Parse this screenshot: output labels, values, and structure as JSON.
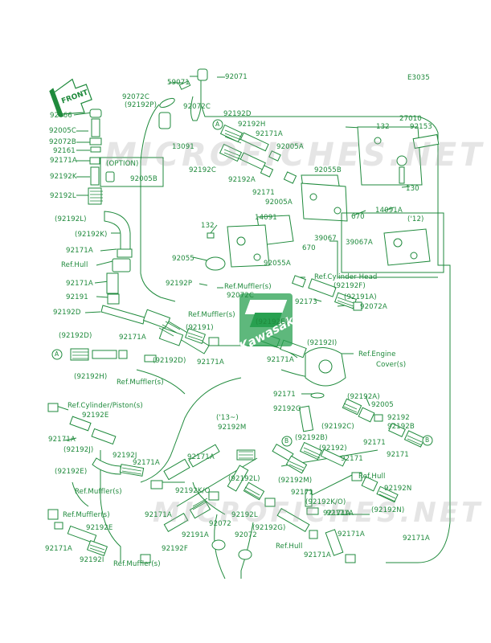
{
  "diagram": {
    "code": "E3035",
    "front_label": "FRONT",
    "watermark": "MICROFICHES.NET",
    "logo_text": "Kawasaki",
    "labels": [
      {
        "id": "l92071",
        "text": "92071"
      },
      {
        "id": "l59071",
        "text": "59071"
      },
      {
        "id": "l92072C_a",
        "text": "92072C"
      },
      {
        "id": "l92192P_a",
        "text": "(92192P)"
      },
      {
        "id": "l92072C_b",
        "text": "92072C"
      },
      {
        "id": "l92066",
        "text": "92066"
      },
      {
        "id": "l92005C",
        "text": "92005C"
      },
      {
        "id": "l92072B",
        "text": "92072B"
      },
      {
        "id": "l92161",
        "text": "92161"
      },
      {
        "id": "l92171A_1",
        "text": "92171A"
      },
      {
        "id": "l92192K",
        "text": "92192K"
      },
      {
        "id": "l92192L",
        "text": "92192L"
      },
      {
        "id": "l13091",
        "text": "13091"
      },
      {
        "id": "lOPTION",
        "text": "(OPTION)"
      },
      {
        "id": "l92005B",
        "text": "92005B"
      },
      {
        "id": "l92192D_a",
        "text": "92192D"
      },
      {
        "id": "l92192H_a",
        "text": "92192H"
      },
      {
        "id": "l92171A_2",
        "text": "92171A"
      },
      {
        "id": "l92005A_a",
        "text": "92005A"
      },
      {
        "id": "l92192C_a",
        "text": "92192C"
      },
      {
        "id": "l92192A_a",
        "text": "92192A"
      },
      {
        "id": "l92171_a",
        "text": "92171"
      },
      {
        "id": "l92005A_b",
        "text": "92005A"
      },
      {
        "id": "l92055B",
        "text": "92055B"
      },
      {
        "id": "l132_a",
        "text": "132"
      },
      {
        "id": "l27010",
        "text": "27010"
      },
      {
        "id": "l92153",
        "text": "92153"
      },
      {
        "id": "l130",
        "text": "130"
      },
      {
        "id": "l14091A",
        "text": "14091A"
      },
      {
        "id": "l670_a",
        "text": "670"
      },
      {
        "id": "l12",
        "text": "('12)"
      },
      {
        "id": "l39067A",
        "text": "39067A"
      },
      {
        "id": "l132_b",
        "text": "132"
      },
      {
        "id": "l14091",
        "text": "14091"
      },
      {
        "id": "l39067",
        "text": "39067"
      },
      {
        "id": "l670_b",
        "text": "670"
      },
      {
        "id": "l92055",
        "text": "92055"
      },
      {
        "id": "l92055A",
        "text": "92055A"
      },
      {
        "id": "l92192L_b",
        "text": "(92192L)"
      },
      {
        "id": "l92192K_b",
        "text": "(92192K)"
      },
      {
        "id": "l92171A_3",
        "text": "92171A"
      },
      {
        "id": "lRefHull_a",
        "text": "Ref.Hull"
      },
      {
        "id": "l92171A_4",
        "text": "92171A"
      },
      {
        "id": "l92191",
        "text": "92191"
      },
      {
        "id": "l92192D_b",
        "text": "92192D"
      },
      {
        "id": "l92192P_b",
        "text": "92192P"
      },
      {
        "id": "lRefMuffler_a",
        "text": "Ref.Muffler(s)"
      },
      {
        "id": "l92072C_c",
        "text": "92072C"
      },
      {
        "id": "lRefCylHead",
        "text": "Ref.Cylinder Head"
      },
      {
        "id": "l92192F_a",
        "text": "(92192F)"
      },
      {
        "id": "l92173",
        "text": "92173"
      },
      {
        "id": "l92191A_a",
        "text": "(92191A)"
      },
      {
        "id": "l92072A",
        "text": "92072A"
      },
      {
        "id": "lRefMuffler_b",
        "text": "Ref.Muffler(s)"
      },
      {
        "id": "l92191_b",
        "text": "(92191)"
      },
      {
        "id": "l92192E_a",
        "text": "(92192E)"
      },
      {
        "id": "l92192D_c",
        "text": "(92192D)"
      },
      {
        "id": "l92171A_5",
        "text": "92171A"
      },
      {
        "id": "l92192D_d",
        "text": "(92192D)"
      },
      {
        "id": "l92192H_b",
        "text": "(92192H)"
      },
      {
        "id": "lRefMuffler_c",
        "text": "Ref.Muffler(s)"
      },
      {
        "id": "l92171A_6",
        "text": "92171A"
      },
      {
        "id": "l92192I_a",
        "text": "(92192I)"
      },
      {
        "id": "l92171A_7",
        "text": "92171A"
      },
      {
        "id": "lRefEngineCover",
        "text": "Ref.Engine"
      },
      {
        "id": "lRefEngineCover2",
        "text": "Cover(s)"
      },
      {
        "id": "l92171_b",
        "text": "92171"
      },
      {
        "id": "l92192G_a",
        "text": "92192G"
      },
      {
        "id": "l92192A_b",
        "text": "(92192A)"
      },
      {
        "id": "l92005",
        "text": "92005"
      },
      {
        "id": "lRefCylPiston",
        "text": "Ref.Cylinder/Piston(s)"
      },
      {
        "id": "l92192E_b",
        "text": "92192E"
      },
      {
        "id": "l92171A_8",
        "text": "92171A"
      },
      {
        "id": "l92192J_a",
        "text": "(92192J)"
      },
      {
        "id": "l92192J_b",
        "text": "92192J"
      },
      {
        "id": "l92192E_c",
        "text": "(92192E)"
      },
      {
        "id": "l92171A_9",
        "text": "92171A"
      },
      {
        "id": "l13",
        "text": "('13~)"
      },
      {
        "id": "l92192M_a",
        "text": "92192M"
      },
      {
        "id": "l92171A_10",
        "text": "92171A"
      },
      {
        "id": "lRefMuffler_d",
        "text": "Ref.Muffler(s)"
      },
      {
        "id": "l92192KO_a",
        "text": "92192K/O"
      },
      {
        "id": "l92192C_b",
        "text": "(92192C)"
      },
      {
        "id": "l92171_c",
        "text": "92171"
      },
      {
        "id": "l92192",
        "text": "92192"
      },
      {
        "id": "l92192B_a",
        "text": "92192B"
      },
      {
        "id": "l92171_d",
        "text": "92171"
      },
      {
        "id": "l92192B_b",
        "text": "(92192B)"
      },
      {
        "id": "l92192_b",
        "text": "(92192)"
      },
      {
        "id": "l92171_e",
        "text": "92171"
      },
      {
        "id": "lRefHull_b",
        "text": "Ref.Hull"
      },
      {
        "id": "l92192N_a",
        "text": "92192N"
      },
      {
        "id": "l92192L_c",
        "text": "(92192L)"
      },
      {
        "id": "l92192M_b",
        "text": "(92192M)"
      },
      {
        "id": "l92171_f",
        "text": "92171"
      },
      {
        "id": "l92192KO_b",
        "text": "(92192K/O)"
      },
      {
        "id": "l92171A_11",
        "text": "92171A"
      },
      {
        "id": "lRefMuffler_e",
        "text": "Ref.Muffler(s)"
      },
      {
        "id": "l92192E_d",
        "text": "92192E"
      },
      {
        "id": "l92171A_12",
        "text": "92171A"
      },
      {
        "id": "l92192I_b",
        "text": "92192I"
      },
      {
        "id": "l92171A_13",
        "text": "92171A"
      },
      {
        "id": "l92191A_b",
        "text": "92191A"
      },
      {
        "id": "l92192F_b",
        "text": "92192F"
      },
      {
        "id": "lRefMuffler_f",
        "text": "Ref.Muffler(s)"
      },
      {
        "id": "l92072_a",
        "text": "92072"
      },
      {
        "id": "l92072_b",
        "text": "92072"
      },
      {
        "id": "l92192L_d",
        "text": "92192L"
      },
      {
        "id": "l92192G_b",
        "text": "(92192G)"
      },
      {
        "id": "lRefHull_c",
        "text": "Ref.Hull"
      },
      {
        "id": "l92171A_14",
        "text": "92171A"
      },
      {
        "id": "l92171A_15",
        "text": "92171A"
      },
      {
        "id": "l92171A_16",
        "text": "92171A"
      },
      {
        "id": "l92192N_b",
        "text": "(92192N)"
      },
      {
        "id": "l92171A_17",
        "text": "92171A"
      }
    ],
    "callouts": [
      {
        "id": "cA1",
        "text": "A"
      },
      {
        "id": "cA2",
        "text": "A"
      },
      {
        "id": "cB1",
        "text": "B"
      },
      {
        "id": "cB2",
        "text": "B"
      }
    ],
    "colors": {
      "line": "#1f8a3c",
      "watermark": "#a0a0a0"
    }
  }
}
